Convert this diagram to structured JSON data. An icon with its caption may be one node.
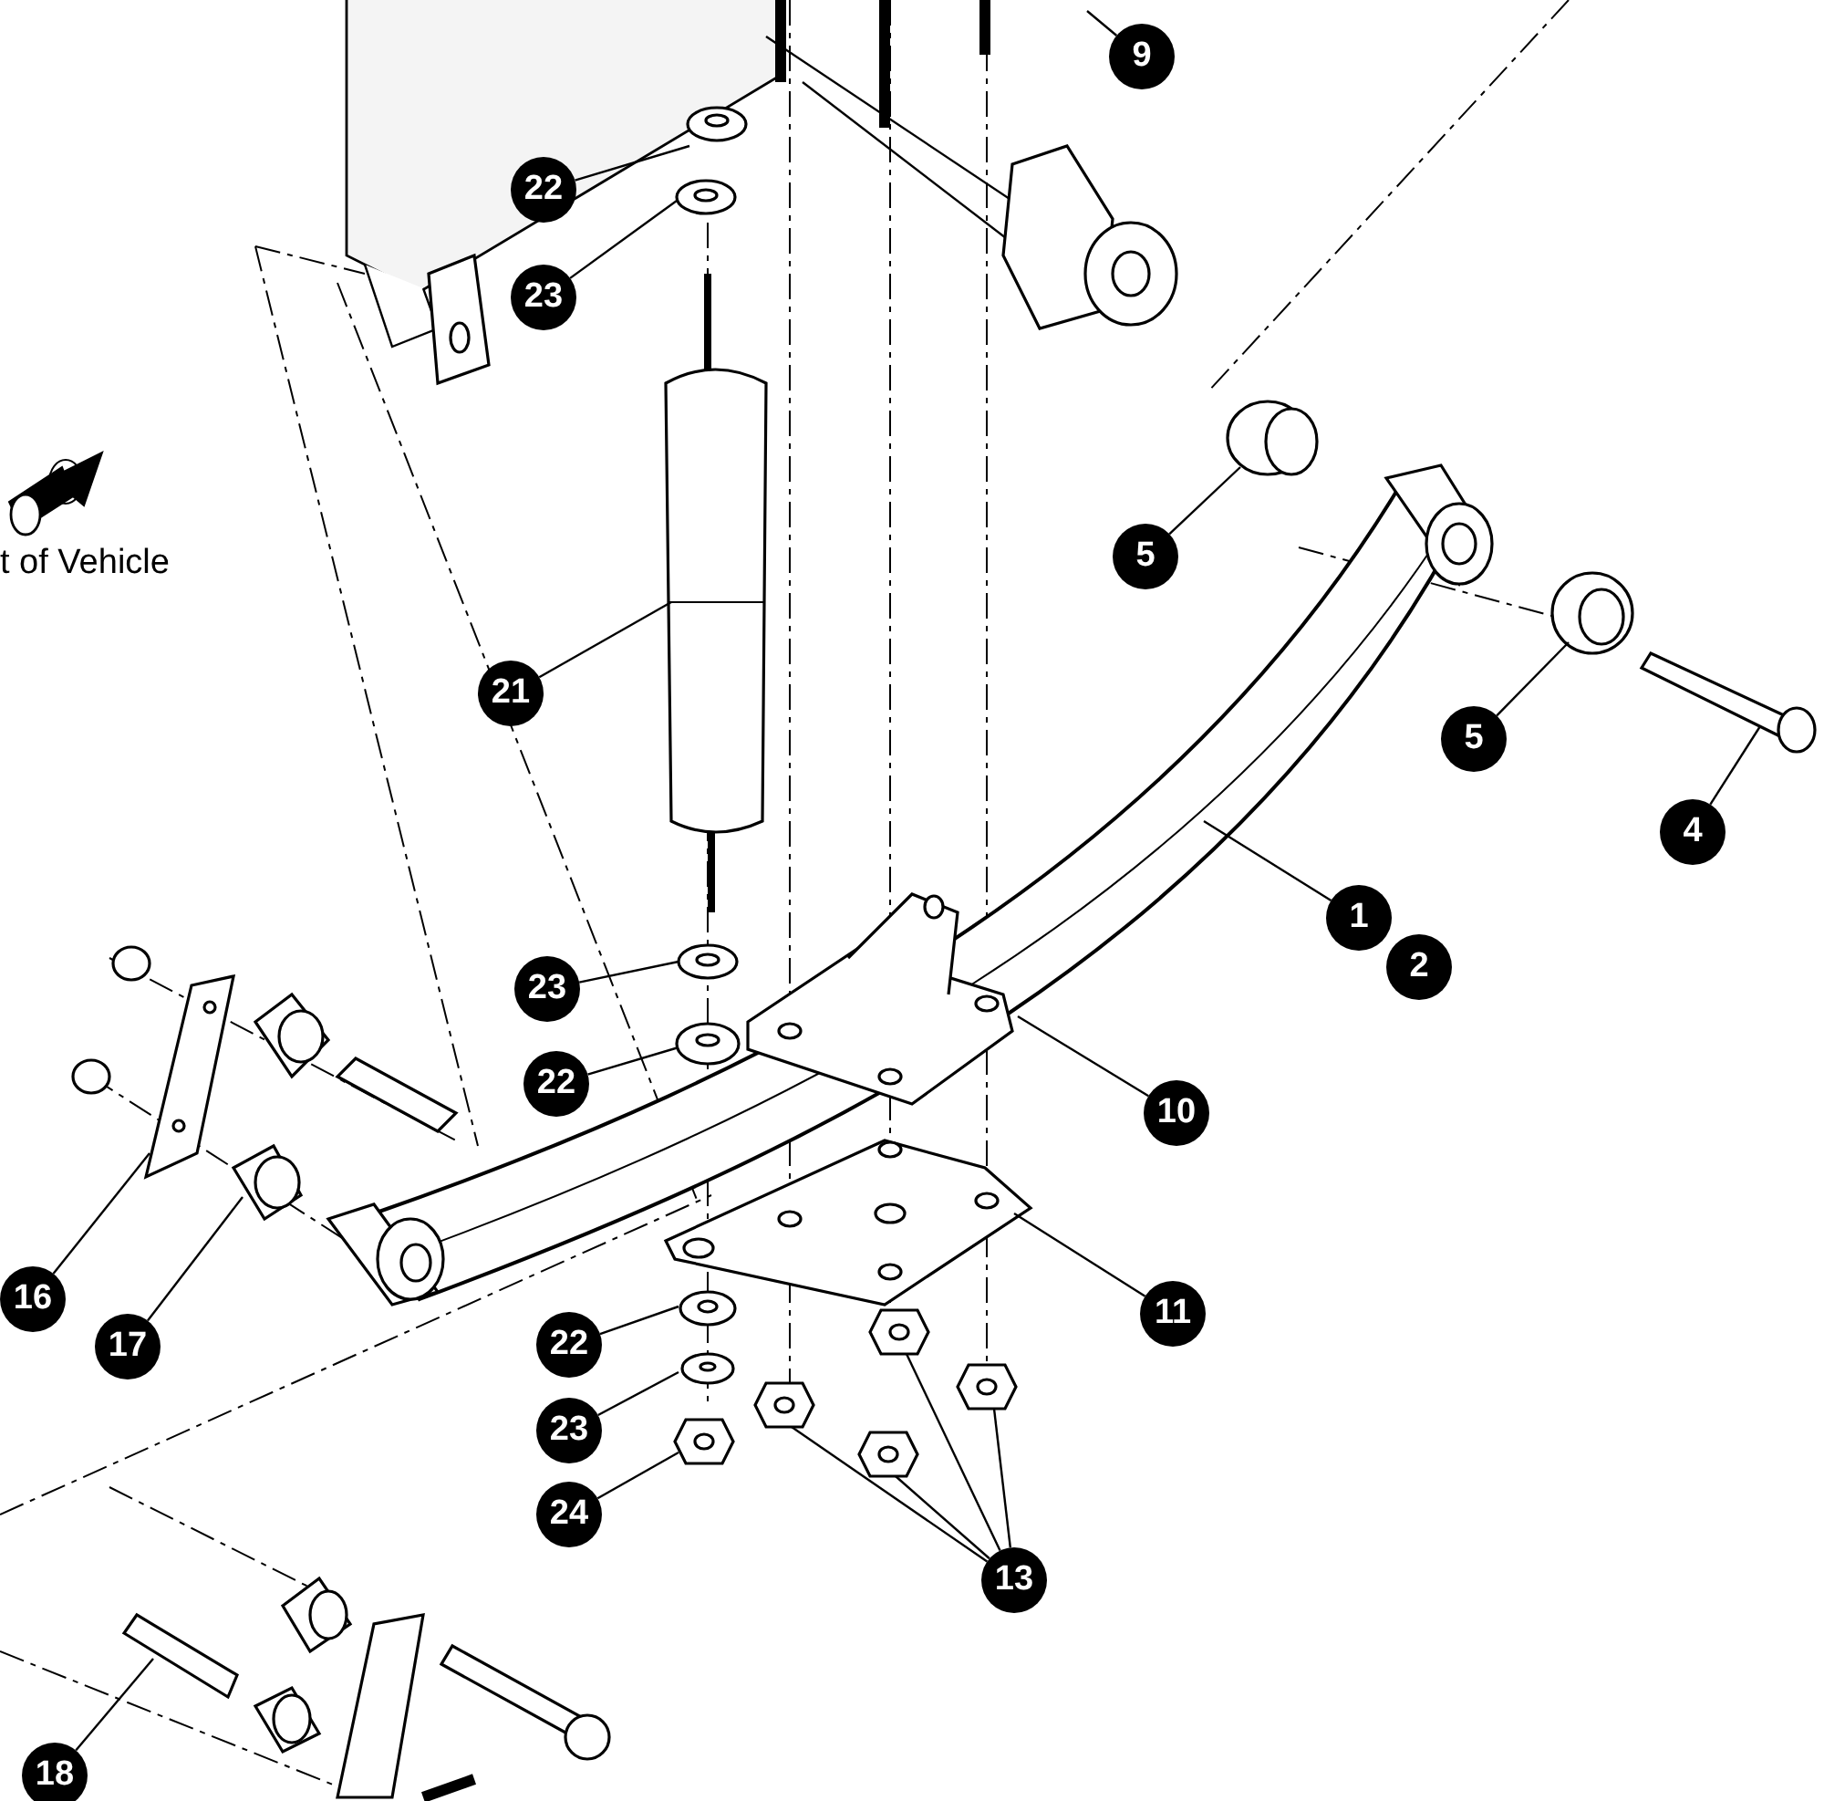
{
  "diagram": {
    "nodes": [
      {
        "text": [
          "9"
        ]
      },
      {
        "text": [
          "22"
        ]
      },
      {
        "text": [
          "23"
        ]
      },
      {
        "text": [
          "5"
        ]
      },
      {
        "text": [
          "21"
        ]
      },
      {
        "text": [
          "5"
        ]
      },
      {
        "text": [
          "4"
        ]
      },
      {
        "text": [
          "1"
        ]
      },
      {
        "text": [
          "23"
        ]
      },
      {
        "text": [
          "22"
        ]
      },
      {
        "text": [
          "10"
        ]
      },
      {
        "text": [
          "11"
        ]
      },
      {
        "text": [
          "16"
        ]
      },
      {
        "text": [
          "17"
        ]
      },
      {
        "text": [
          "22"
        ]
      },
      {
        "text": [
          "23"
        ]
      },
      {
        "text": [
          "24"
        ]
      },
      {
        "text": [
          "13"
        ]
      },
      {
        "text": [
          "18"
        ]
      },
      {
        "text": [
          "2"
        ]
      }
    ],
    "edges": [
      {
        "from": 0,
        "to": null,
        "arrow": "none"
      },
      {
        "from": 1,
        "to": null,
        "arrow": "none"
      },
      {
        "from": 2,
        "to": null,
        "arrow": "none"
      },
      {
        "from": 3,
        "to": null,
        "arrow": "none"
      },
      {
        "from": 4,
        "to": null,
        "arrow": "none"
      },
      {
        "from": 5,
        "to": null,
        "arrow": "none"
      },
      {
        "from": 6,
        "to": null,
        "arrow": "none"
      },
      {
        "from": 7,
        "to": null,
        "arrow": "none"
      },
      {
        "from": 8,
        "to": null,
        "arrow": "none"
      },
      {
        "from": 9,
        "to": null,
        "arrow": "none"
      },
      {
        "from": 10,
        "to": null,
        "arrow": "none"
      },
      {
        "from": 11,
        "to": null,
        "arrow": "none"
      },
      {
        "from": 12,
        "to": null,
        "arrow": "none"
      },
      {
        "from": 13,
        "to": null,
        "arrow": "none"
      },
      {
        "from": 14,
        "to": null,
        "arrow": "none"
      },
      {
        "from": 15,
        "to": null,
        "arrow": "none"
      },
      {
        "from": 16,
        "to": null,
        "arrow": "none"
      },
      {
        "from": 17,
        "to": null,
        "arrow": "none"
      },
      {
        "from": 17,
        "to": null,
        "arrow": "none"
      },
      {
        "from": 17,
        "to": null,
        "arrow": "none"
      },
      {
        "from": 17,
        "to": null,
        "arrow": "none"
      },
      {
        "from": 18,
        "to": null,
        "arrow": "none"
      }
    ],
    "labels": [
      "t of Vehicle"
    ]
  }
}
